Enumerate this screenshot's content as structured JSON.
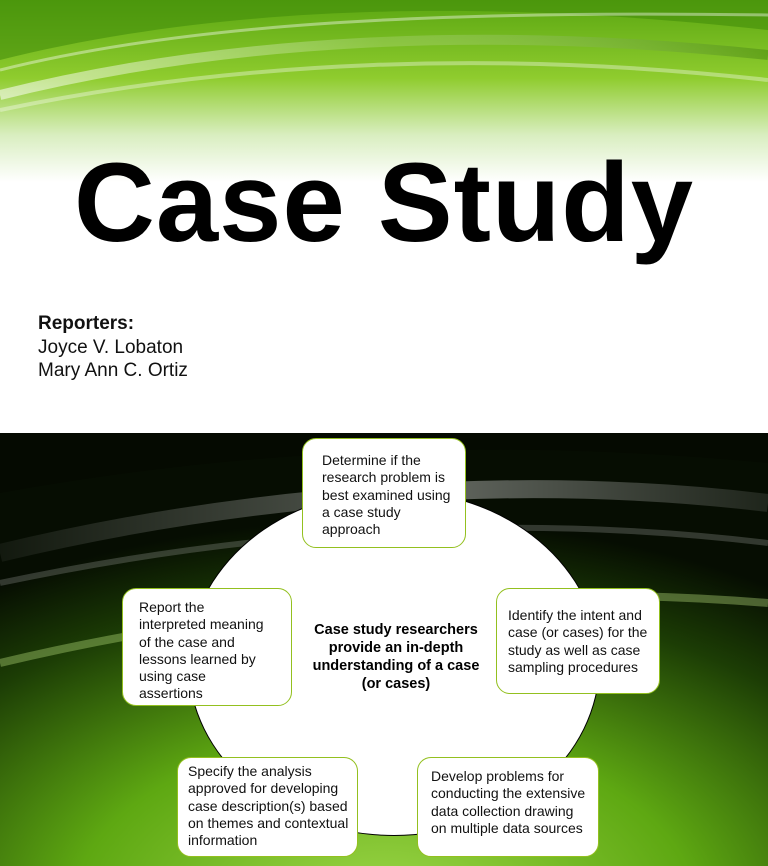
{
  "slide1": {
    "title": "Case Study",
    "reporters_label": "Reporters:",
    "reporters": [
      "Joyce V. Lobaton",
      "Mary Ann C. Ortiz"
    ]
  },
  "slide2": {
    "center_text": "Case study researchers provide an in-depth understanding of a case (or cases)",
    "steps": [
      "Determine if the research problem is best examined using a case study approach",
      "Identify the intent and case (or cases) for the study as well as case sampling procedures",
      "Develop problems for conducting the extensive data collection drawing on multiple data sources",
      "Specify the analysis approved for developing case description(s) based on themes and contextual information",
      "Report the interpreted meaning of the case and lessons learned by using case assertions"
    ]
  },
  "colors": {
    "accent_green": "#7cc31e",
    "box_border": "#93c01f"
  }
}
